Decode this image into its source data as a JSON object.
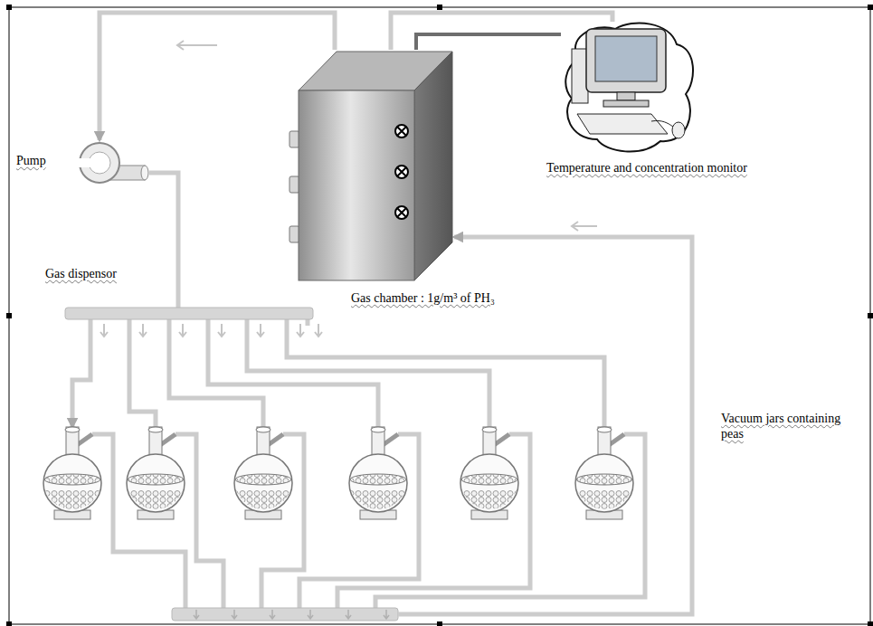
{
  "diagram": {
    "nodes": [
      {
        "text": [
          "Gas chamber : 1g/m³ of PH₃"
        ]
      },
      {
        "text": [
          "Temperature and concentration monitor"
        ]
      },
      {
        "text": [
          "Pump"
        ]
      },
      {
        "text": [
          "Gas dispensor"
        ]
      },
      {
        "text": [
          "Vacuum jars containing peas"
        ]
      }
    ],
    "edges": [
      {
        "from": 0,
        "to": 2,
        "arrow": "to"
      },
      {
        "from": 2,
        "to": 3,
        "arrow": "none"
      },
      {
        "from": 3,
        "to": 4,
        "arrow": "to"
      },
      {
        "from": 4,
        "to": 0,
        "arrow": "to"
      },
      {
        "from": 0,
        "to": 1,
        "arrow": "none"
      },
      {
        "from": 0,
        "to": 1,
        "arrow": "none"
      }
    ]
  }
}
